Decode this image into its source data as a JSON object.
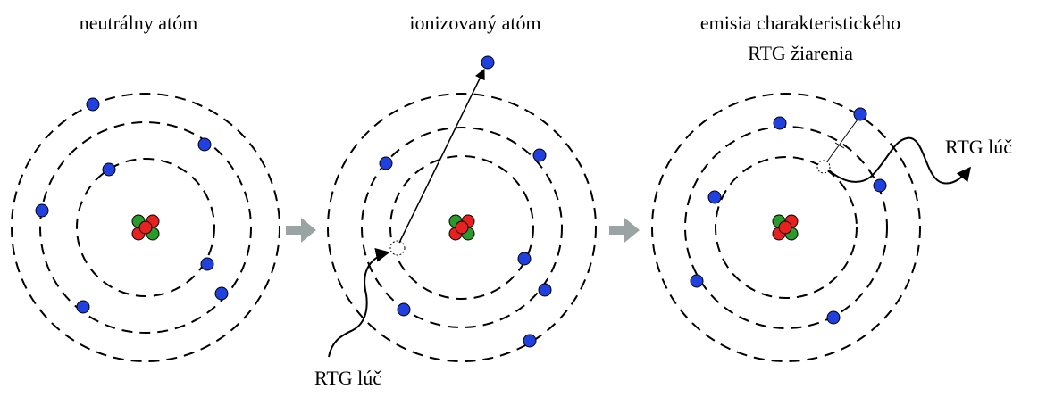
{
  "panels": [
    {
      "title_lines": [
        "neutrálny atóm"
      ]
    },
    {
      "title_lines": [
        "ionizovaný atóm"
      ]
    },
    {
      "title_lines": [
        "emisia charakteristického",
        "RTG žiarenia"
      ]
    }
  ],
  "labels": {
    "incoming_ray": "RTG lúč",
    "emitted_ray": "RTG lúč"
  },
  "colors": {
    "electron": "#2040e0",
    "proton": "#e82020",
    "neutron": "#2a9a2a",
    "arrow": "#9aa4a4",
    "line": "#000000"
  }
}
